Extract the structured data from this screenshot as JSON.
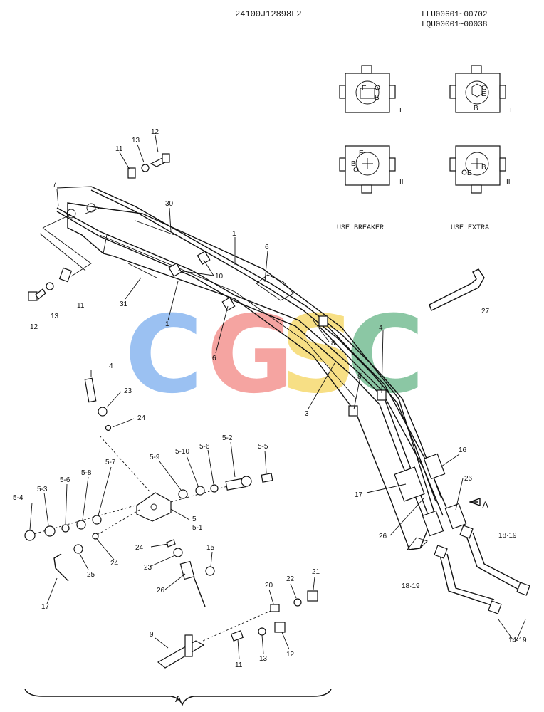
{
  "header": {
    "part_no": "24100J12898F2",
    "serial_1": "LLU00601~00702",
    "serial_2": "LQU00001~00038"
  },
  "valve_views": {
    "use_breaker": "USE BREAKER",
    "use_extra": "USE EXTRA",
    "mark_1": "I",
    "mark_2": "II",
    "port_b": "B",
    "port_e": "E"
  },
  "watermark": {
    "letters": [
      "C",
      "G",
      "S",
      "C"
    ],
    "colors": [
      "#4a90e8",
      "#ee5a55",
      "#f2c623",
      "#2e9a5a"
    ]
  },
  "detail_label": "A",
  "arrow_label": "A",
  "callouts": {
    "c1a": "1",
    "c1b": "1",
    "c3": "3",
    "c4a": "4",
    "c4b": "4",
    "c5": "5",
    "c5_1": "5-1",
    "c5_2": "5-2",
    "c5_3": "5-3",
    "c5_4": "5-4",
    "c5_5": "5-5",
    "c5_6a": "5-6",
    "c5_6b": "5-6",
    "c5_7": "5-7",
    "c5_8": "5-8",
    "c5_9": "5-9",
    "c5_10": "5-10",
    "c6a": "6",
    "c6b": "6",
    "c7": "7",
    "c8a": "8",
    "c8b": "8",
    "c9": "9",
    "c10": "10",
    "c11a": "11",
    "c11b": "11",
    "c11c": "11",
    "c12a": "12",
    "c12b": "12",
    "c12c": "12",
    "c13a": "13",
    "c13b": "13",
    "c13c": "13",
    "c14_19": "14·19",
    "c15": "15",
    "c16": "16",
    "c17a": "17",
    "c17b": "17",
    "c18_19a": "18·19",
    "c18_19b": "18·19",
    "c20": "20",
    "c21": "21",
    "c22": "22",
    "c23a": "23",
    "c23b": "23",
    "c24a": "24",
    "c24b": "24",
    "c24c": "24",
    "c25": "25",
    "c26a": "26",
    "c26b": "26",
    "c26c": "26",
    "c27": "27",
    "c30": "30",
    "c31": "31"
  }
}
